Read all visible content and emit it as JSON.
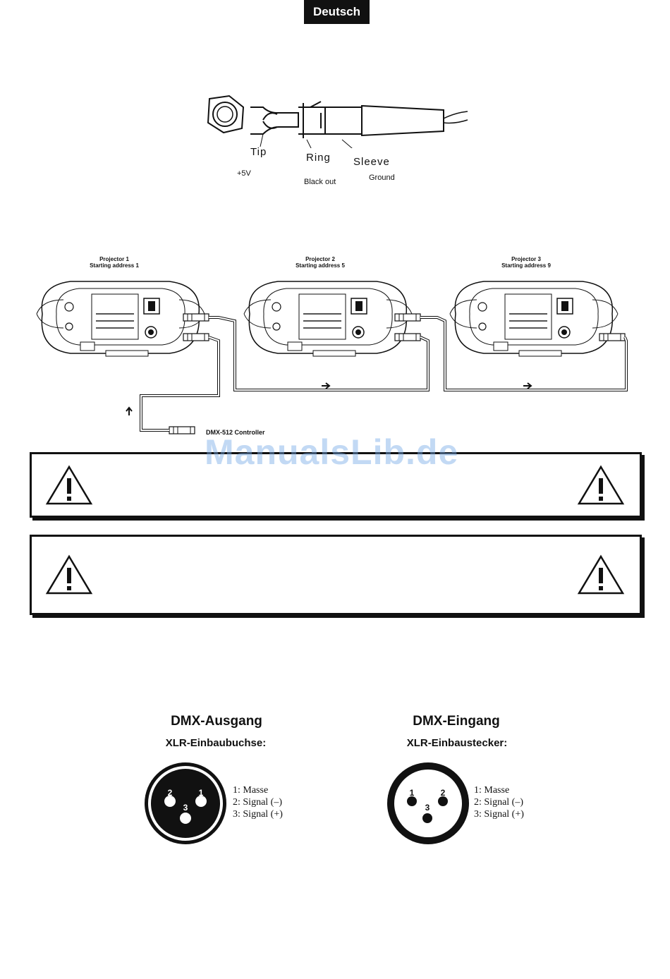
{
  "header": {
    "language_badge": "Deutsch"
  },
  "jack_diagram": {
    "tip_label": "Tip",
    "tip_value": "+5V",
    "ring_label": "Ring",
    "ring_value": "Black out",
    "sleeve_label": "Sleeve",
    "sleeve_value": "Ground"
  },
  "dmx_chain": {
    "projectors": [
      {
        "name": "Projector 1",
        "address": "Starting address 1"
      },
      {
        "name": "Projector 2",
        "address": "Starting address 5"
      },
      {
        "name": "Projector 3",
        "address": "Starting address 9"
      }
    ],
    "controller_label": "DMX-512 Controller"
  },
  "watermark": "ManualsLib.de",
  "connectors": {
    "output": {
      "title": "DMX-Ausgang",
      "subtitle": "XLR-Einbaubuchse:",
      "pin_labels": [
        "2",
        "1",
        "3"
      ],
      "legend": [
        "1: Masse",
        "2: Signal (–)",
        "3: Signal (+)"
      ]
    },
    "input": {
      "title": "DMX-Eingang",
      "subtitle": "XLR-Einbaustecker:",
      "pin_labels": [
        "1",
        "2",
        "3"
      ],
      "legend": [
        "1: Masse",
        "2: Signal (–)",
        "3: Signal (+)"
      ]
    }
  }
}
